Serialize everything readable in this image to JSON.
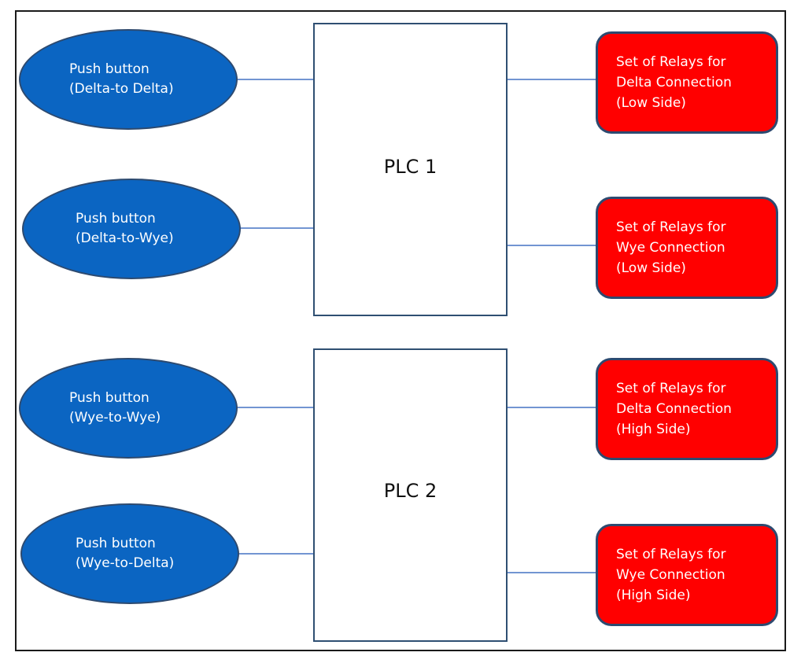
{
  "diagram": {
    "push_buttons": [
      {
        "line1": "Push button",
        "line2": "(Delta-to Delta)"
      },
      {
        "line1": "Push button",
        "line2": "(Delta-to-Wye)"
      },
      {
        "line1": "Push button",
        "line2": "(Wye-to-Wye)"
      },
      {
        "line1": "Push button",
        "line2": "(Wye-to-Delta)"
      }
    ],
    "plcs": [
      {
        "label": "PLC 1"
      },
      {
        "label": "PLC 2"
      }
    ],
    "relays": [
      {
        "line1": "Set of Relays for",
        "line2": "Delta Connection",
        "line3": "(Low Side)"
      },
      {
        "line1": "Set of Relays for",
        "line2": "Wye Connection",
        "line3": "(Low Side)"
      },
      {
        "line1": "Set of Relays for",
        "line2": "Delta Connection",
        "line3": "(High Side)"
      },
      {
        "line1": "Set of Relays for",
        "line2": "Wye Connection",
        "line3": "(High Side)"
      }
    ],
    "colors": {
      "push_button_fill": "#0b65c2",
      "relay_fill": "#ff0000",
      "connector": "#4472c4"
    }
  }
}
